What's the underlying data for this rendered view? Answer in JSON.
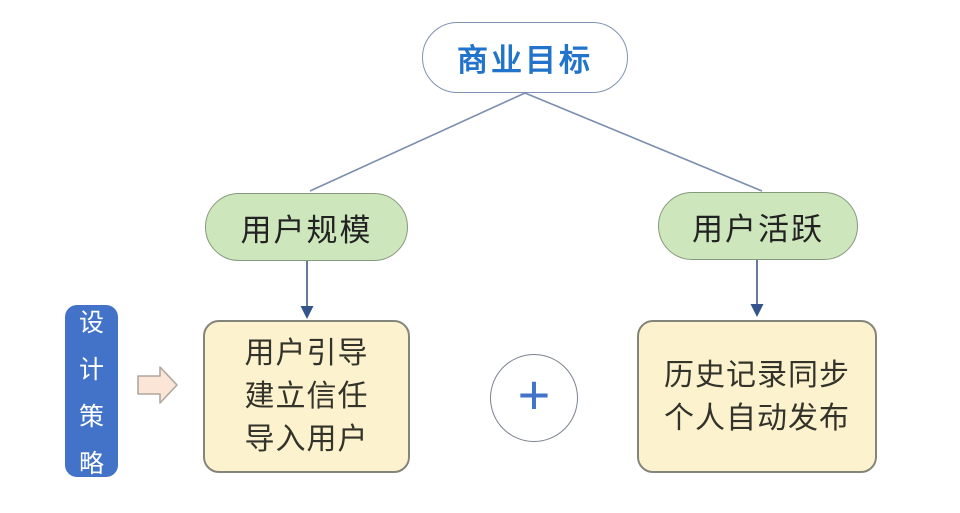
{
  "diagram": {
    "root_label": "商业目标",
    "left_pill_label": "用户规模",
    "right_pill_label": "用户活跃",
    "left_box_lines": [
      "用户引导",
      "建立信任",
      "导入用户"
    ],
    "right_box_lines": [
      "历史记录同步",
      "个人自动发布"
    ],
    "side_label_text": "设计策略",
    "side_label_chars": [
      "设",
      "计",
      "策",
      "略"
    ],
    "plus_label": "+",
    "colors": {
      "root_text_blue": "#2173cb",
      "pill_green_fill": "#cde6bc",
      "pill_green_border": "#86997f",
      "box_yellow_fill": "#fcf2cd",
      "box_yellow_border": "#84857a",
      "side_box_blue": "#4273c8",
      "connector_line": "#7a8eae",
      "arrowhead_blue": "#34558b",
      "block_arrow_fill": "#fbe5d6",
      "block_arrow_border": "#b0a79e"
    }
  }
}
